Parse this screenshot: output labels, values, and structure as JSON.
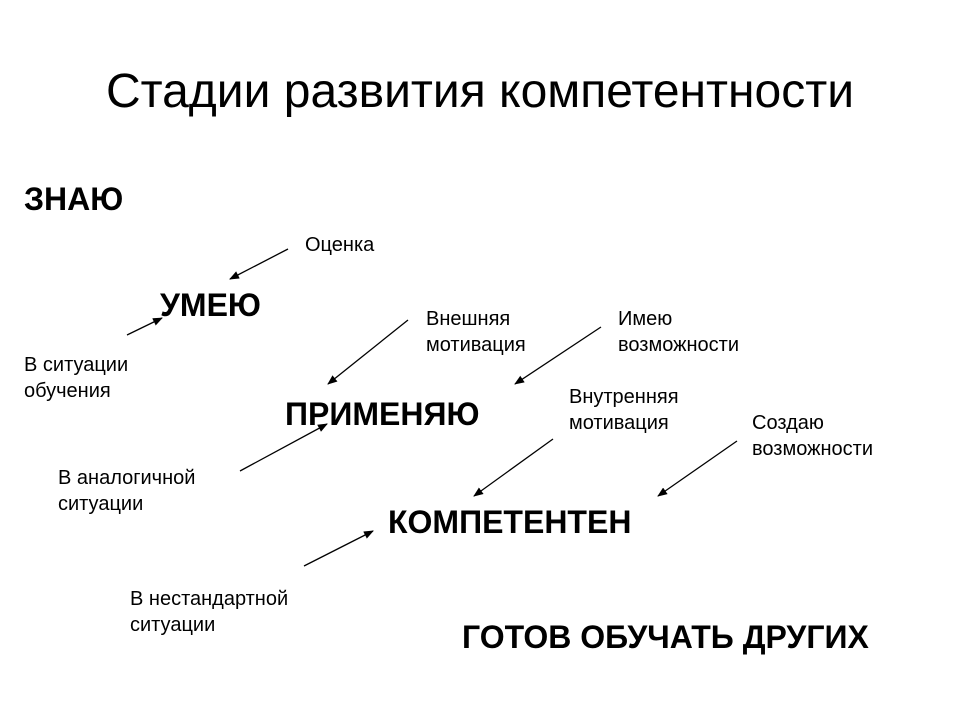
{
  "title": "Стадии развития компетентности",
  "stages": {
    "know": "ЗНАЮ",
    "can": "УМЕЮ",
    "apply": "ПРИМЕНЯЮ",
    "competent": "КОМПЕТЕНТЕН",
    "teach": "ГОТОВ ОБУЧАТЬ ДРУГИХ"
  },
  "labels": {
    "assessment": "Оценка",
    "learning_situation": [
      "В ситуации",
      "обучения"
    ],
    "external_motivation": [
      "Внешняя",
      "мотивация"
    ],
    "have_opportunities": [
      "Имею",
      "возможности"
    ],
    "similar_situation": [
      "В аналогичной",
      "ситуации"
    ],
    "internal_motivation": [
      "Внутренняя",
      "мотивация"
    ],
    "create_opportunities": [
      "Создаю",
      "возможности"
    ],
    "nonstandard_situation": [
      "В нестандартной",
      "ситуации"
    ]
  }
}
